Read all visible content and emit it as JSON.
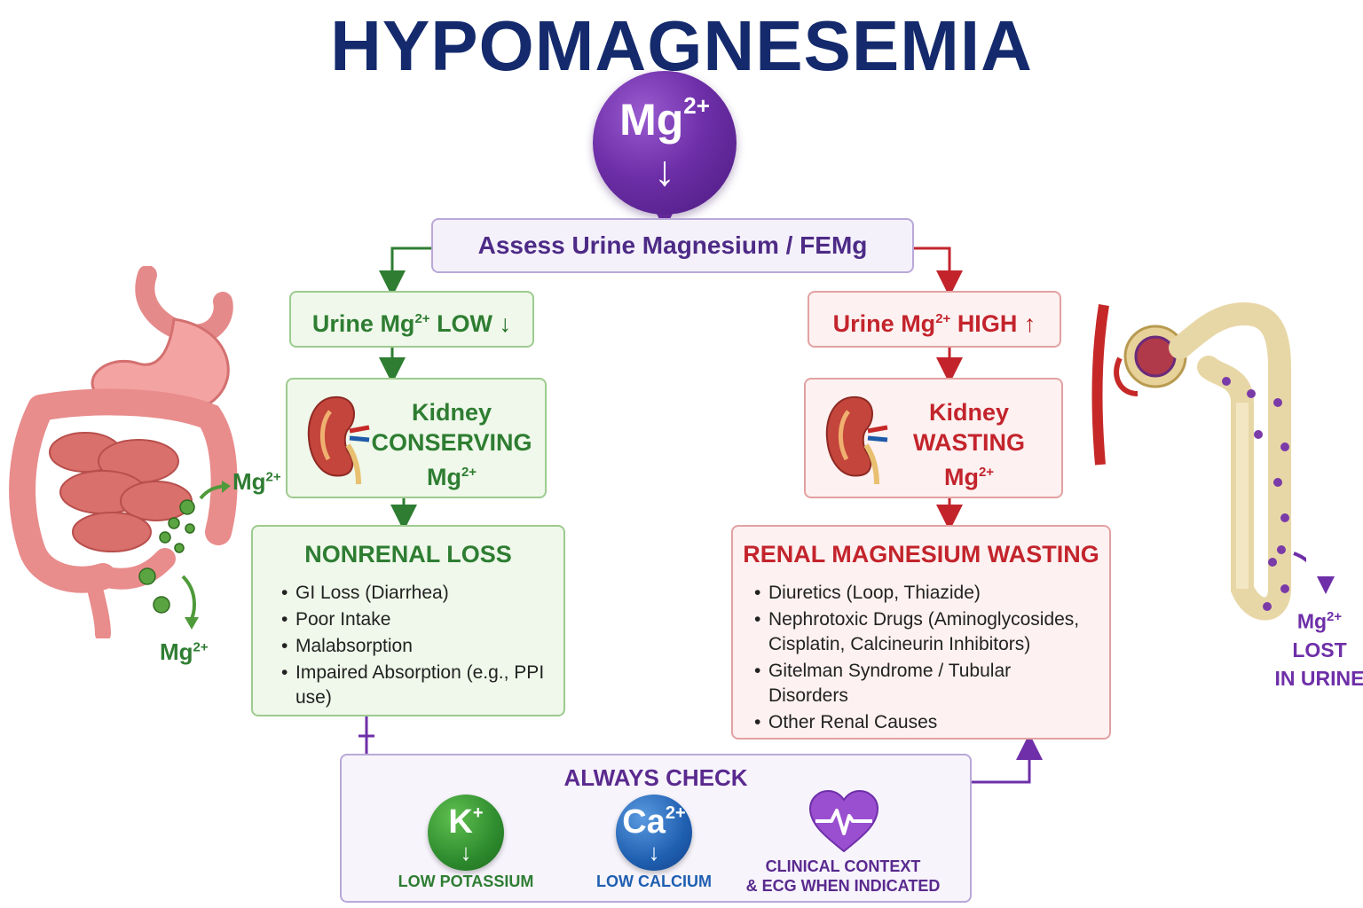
{
  "title": "HYPOMAGNESEMIA",
  "mg_circle": {
    "text": "Mg",
    "charge": "2+",
    "arrow": "↓"
  },
  "assess": "Assess Urine Magnesium / FEMg",
  "left": {
    "urine": {
      "text": "Urine Mg",
      "charge": "2+",
      "rest": "LOW",
      "arrow": "↓"
    },
    "kidney": {
      "line1": "Kidney",
      "line2": "CONSERVING",
      "line3": "Mg",
      "charge": "2+"
    },
    "result": {
      "heading": "NONRENAL LOSS",
      "items": [
        "GI Loss (Diarrhea)",
        "Poor Intake",
        "Malabsorption",
        "Impaired Absorption (e.g., PPI use)"
      ]
    },
    "gut_label_upper": {
      "text": "Mg",
      "charge": "2+"
    },
    "gut_label_lower": {
      "text": "Mg",
      "charge": "2+"
    }
  },
  "right": {
    "urine": {
      "text": "Urine Mg",
      "charge": "2+",
      "rest": "HIGH",
      "arrow": "↑"
    },
    "kidney": {
      "line1": "Kidney",
      "line2": "WASTING",
      "line3": "Mg",
      "charge": "2+"
    },
    "result": {
      "heading": "RENAL MAGNESIUM WASTING",
      "items": [
        "Diuretics (Loop, Thiazide)",
        "Nephrotoxic Drugs (Aminoglycosides, Cisplatin, Calcineurin Inhibitors)",
        "Gitelman Syndrome / Tubular Disorders",
        "Other Renal Causes"
      ]
    },
    "nephron_label": {
      "text": "Mg",
      "charge": "2+",
      "line2": "LOST",
      "line3": "IN URINE"
    }
  },
  "always_check": {
    "title": "ALWAYS CHECK",
    "potassium": {
      "symbol": "K",
      "charge": "+",
      "arrow": "↓",
      "label": "LOW POTASSIUM"
    },
    "calcium": {
      "symbol": "Ca",
      "charge": "2+",
      "arrow": "↓",
      "label": "LOW CALCIUM"
    },
    "clinical": {
      "line1": "CLINICAL CONTEXT",
      "line2": "& ECG WHEN INDICATED"
    }
  },
  "colors": {
    "title": "#142a6c",
    "purple": "#6e2fa8",
    "green": "#2e7d32",
    "red": "#c3242c",
    "potassium_badge": "#2e8b2e",
    "calcium_badge": "#1f5fb0",
    "heart": "#9a4fd0"
  }
}
